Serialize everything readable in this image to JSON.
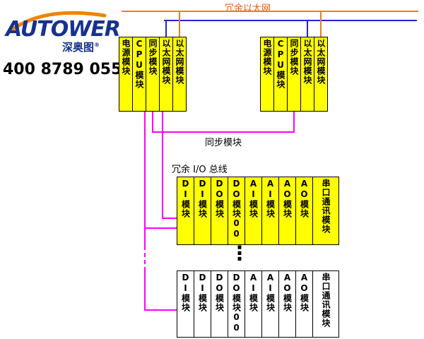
{
  "logo": {
    "brand": "AUTOWER",
    "cn": "深奥图",
    "reg": "®",
    "phone": "400 8789 055"
  },
  "labels": {
    "ethernet": "冗余以太网",
    "sync": "同步模块",
    "io_bus": "冗余 I/O 总线",
    "ellipsis": "⋮"
  },
  "colors": {
    "module_fill": "#ffff00",
    "bus_magenta": "#ff00ff",
    "ethernet_orange": "#e87f24",
    "ethernet_blue": "#2525cd",
    "brand_blue": "#17328e",
    "brand_orange": "#f08300"
  },
  "racks": {
    "controller_left": {
      "modules": [
        "电源模块",
        "CPU模块",
        "同步模块",
        "以太网模块",
        "以太网模块"
      ]
    },
    "controller_right": {
      "modules": [
        "电源模块",
        "CPU模块",
        "同步模块",
        "以太网模块",
        "以太网模块"
      ]
    },
    "io_top": {
      "modules": [
        "DI模块",
        "DI模块",
        "DO模块",
        "DO模块00",
        "AI模块",
        "AI模块",
        "AO模块",
        "AO模块",
        "串口通讯模块"
      ]
    },
    "io_bottom": {
      "modules": [
        "DI模块",
        "DI模块",
        "DO模块",
        "DO模块00",
        "AI模块",
        "AI模块",
        "AO模块",
        "AO模块",
        "串口通讯模块"
      ]
    }
  }
}
